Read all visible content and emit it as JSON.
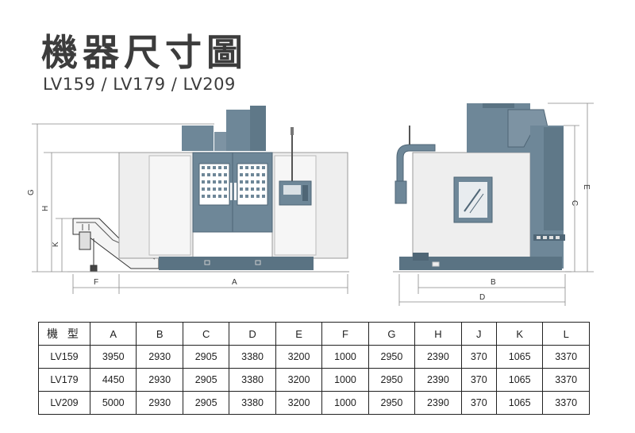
{
  "title": "機器尺寸圖",
  "subtitle": "LV159 / LV179 / LV209",
  "colors": {
    "machine_dark": "#6e8798",
    "machine_light": "#eeeeee",
    "base_dark": "#5a7383",
    "dimension_line": "#888888"
  },
  "dimension_labels": {
    "front": [
      "G",
      "H",
      "K",
      "F",
      "A"
    ],
    "side": [
      "C",
      "E",
      "B",
      "D"
    ]
  },
  "table": {
    "headers": [
      "機 型",
      "A",
      "B",
      "C",
      "D",
      "E",
      "F",
      "G",
      "H",
      "J",
      "K",
      "L"
    ],
    "rows": [
      [
        "LV159",
        "3950",
        "2930",
        "2905",
        "3380",
        "3200",
        "1000",
        "2950",
        "2390",
        "370",
        "1065",
        "3370"
      ],
      [
        "LV179",
        "4450",
        "2930",
        "2905",
        "3380",
        "3200",
        "1000",
        "2950",
        "2390",
        "370",
        "1065",
        "3370"
      ],
      [
        "LV209",
        "5000",
        "2930",
        "2905",
        "3380",
        "3200",
        "1000",
        "2950",
        "2390",
        "370",
        "1065",
        "3370"
      ]
    ]
  }
}
